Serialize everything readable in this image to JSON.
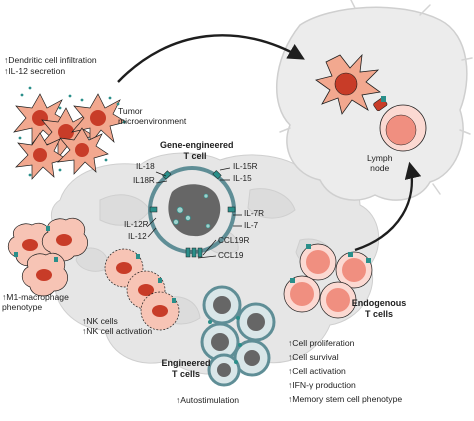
{
  "labels": {
    "dc_infiltration": "Dendritic cell infiltration",
    "il12_secretion": "IL-12 secretion",
    "tumor_micro_1": "Tumor",
    "tumor_micro_2": "microenvironment",
    "gene_eng_1": "Gene-engineered",
    "gene_eng_2": "T cell",
    "il18": "IL-18",
    "il18r": "IL18R",
    "il15r": "IL-15R",
    "il15": "IL-15",
    "il12r": "IL-12R",
    "il12": "IL-12",
    "il7r": "IL-7R",
    "il7": "IL-7",
    "ccl19r": "CCL19R",
    "ccl19": "CCL19",
    "lymph_1": "Lymph",
    "lymph_2": "node",
    "m1_1": "M1-macrophage",
    "m1_2": "phenotype",
    "nk_cells": "NK cells",
    "nk_activation": "NK cell activation",
    "endogenous_1": "Endogenous",
    "endogenous_2": "T cells",
    "engineered_1": "Engineered",
    "engineered_2": "T cells",
    "autostimulation": "Autostimulation",
    "effects": [
      "Cell proliferation",
      "Cell survival",
      "Cell activation",
      "IFN-γ production",
      "Memory stem cell phenotype"
    ]
  },
  "up_arrow": "↑",
  "colors": {
    "tumor_cell": "#e4e4e4",
    "lymph_node": "#eeeeee",
    "dc_body": "#f0a088",
    "dc_nucleus": "#c83c28",
    "t_cell_membrane": "#5f8e96",
    "t_cell_body": "#e6e6e6",
    "t_cell_nucleus": "#666666",
    "receptor": "#2a8f8a",
    "endogenous_body": "#f2a59a",
    "engineered_body": "#d9e6e8",
    "outline": "#1e1e1e"
  }
}
